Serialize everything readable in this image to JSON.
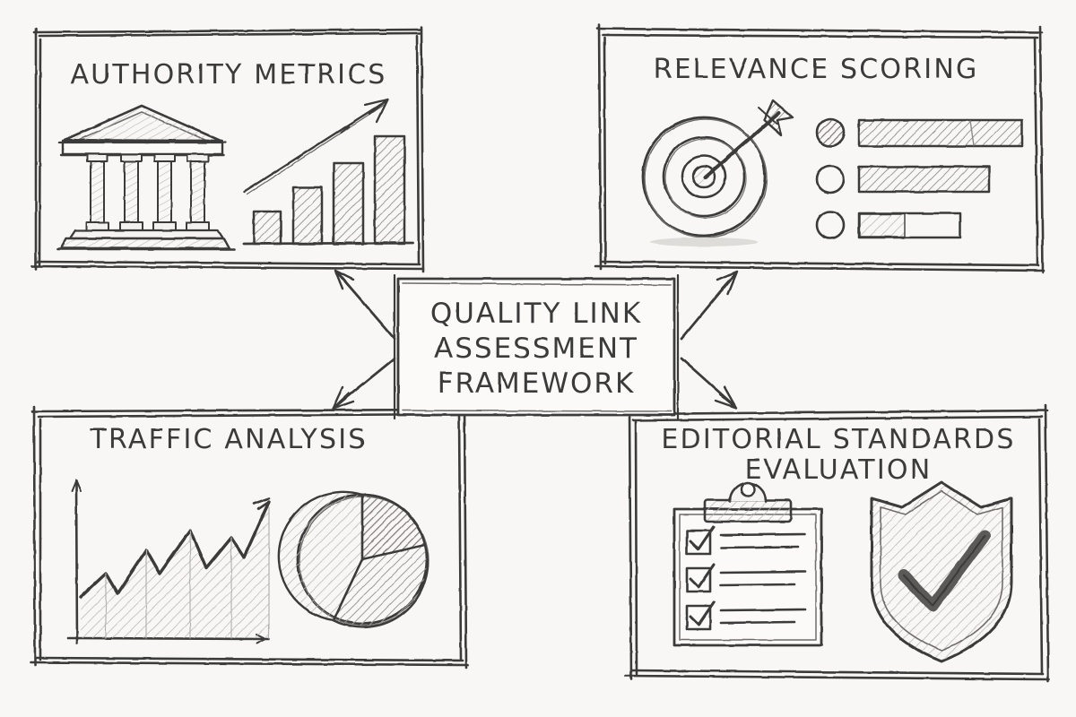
{
  "diagram": {
    "background_color": "#f8f7f5",
    "ink_color": "#3a3a3a",
    "style": "hand-drawn pencil sketch",
    "center": {
      "name": "center-box",
      "lines": [
        "QUALITY LINK",
        "ASSESSMENT",
        "FRAMEWORK"
      ],
      "full_title": "QUALITY LINK ASSESSMENT FRAMEWORK"
    },
    "arrows": [
      {
        "name": "arrow-to-authority-metrics",
        "direction": "up-left",
        "target": "AUTHORITY METRICS"
      },
      {
        "name": "arrow-to-relevance-scoring",
        "direction": "up-right",
        "target": "RELEVANCE SCORING"
      },
      {
        "name": "arrow-to-traffic-analysis",
        "direction": "down-left",
        "target": "TRAFFIC ANALYSIS"
      },
      {
        "name": "arrow-to-editorial-standards",
        "direction": "down-right",
        "target": "EDITORIAL STANDARDS EVALUATION"
      }
    ],
    "panels": [
      {
        "id": "authority-metrics",
        "position": "top-left",
        "title_lines": [
          "AUTHORITY METRICS"
        ],
        "icons": [
          "classical-building-icon",
          "bar-chart-icon",
          "trend-arrow-icon"
        ],
        "chart": {
          "type": "bar",
          "bars": 4,
          "values": [
            35,
            60,
            85,
            122
          ],
          "trend": "increasing"
        },
        "building": {
          "columns": 4
        }
      },
      {
        "id": "relevance-scoring",
        "position": "top-right",
        "title_lines": [
          "RELEVANCE SCORING"
        ],
        "icons": [
          "target-icon",
          "arrow-dart-icon",
          "score-bars-icon"
        ],
        "target": {
          "rings": 3,
          "bullseye": true,
          "dart_hit": true
        },
        "score_rows": [
          {
            "bullet": "filled",
            "bar_width_pct": 100,
            "fill_pct": 100
          },
          {
            "bullet": "empty",
            "bar_width_pct": 80,
            "fill_pct": 100
          },
          {
            "bullet": "empty",
            "bar_width_pct": 62,
            "fill_pct": 45
          }
        ]
      },
      {
        "id": "traffic-analysis",
        "position": "bottom-left",
        "title_lines": [
          "TRAFFIC ANALYSIS"
        ],
        "icons": [
          "line-chart-icon",
          "pie-chart-icon"
        ],
        "line_chart": {
          "type": "line",
          "zigzag_points": [
            0,
            34,
            18,
            60,
            42,
            96,
            60,
            88,
            70,
            130
          ],
          "trend": "increasing",
          "has_arrowhead": true,
          "area_filled": true
        },
        "pie_chart": {
          "type": "pie",
          "slices": [
            {
              "label": "slice-1",
              "pct": 21,
              "shade": "dark"
            },
            {
              "label": "slice-2",
              "pct": 24,
              "shade": "medium"
            },
            {
              "label": "slice-3",
              "pct": 55,
              "shade": "light"
            }
          ]
        }
      },
      {
        "id": "editorial-standards",
        "position": "bottom-right",
        "title_lines": [
          "EDITORIAL STANDARDS",
          "EVALUATION"
        ],
        "icons": [
          "clipboard-icon",
          "checkbox-icon",
          "shield-check-icon"
        ],
        "clipboard": {
          "checked_items": 3,
          "lines_per_item": 2
        },
        "shield": {
          "has_checkmark": true
        }
      }
    ]
  }
}
